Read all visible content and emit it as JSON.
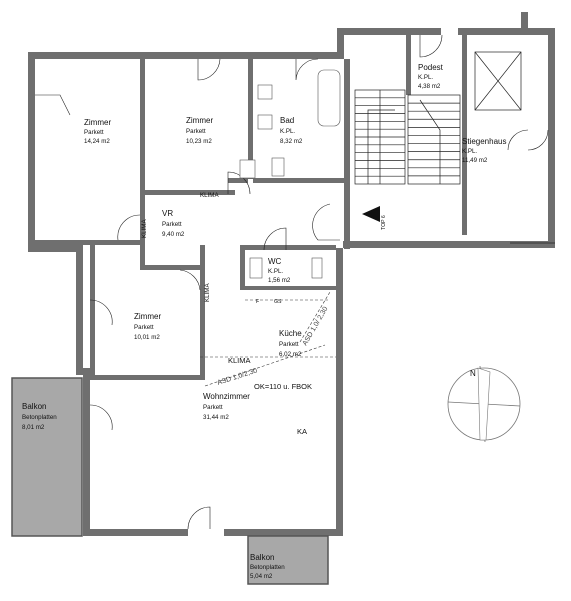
{
  "rooms": [
    {
      "id": "zimmer1",
      "name": "Zimmer",
      "material": "Parkett",
      "area": "14,24 m2"
    },
    {
      "id": "zimmer2",
      "name": "Zimmer",
      "material": "Parkett",
      "area": "10,23 m2"
    },
    {
      "id": "bad",
      "name": "Bad",
      "material": "K.PL.",
      "area": "8,32 m2"
    },
    {
      "id": "podest",
      "name": "Podest",
      "material": "K.PL.",
      "area": "4,38 m2"
    },
    {
      "id": "stiegenhaus",
      "name": "Stiegenhaus",
      "material": "K.PL.",
      "area": "11,49 m2"
    },
    {
      "id": "vr",
      "name": "VR",
      "material": "Parkett",
      "area": "9,40 m2"
    },
    {
      "id": "wc",
      "name": "WC",
      "material": "K.PL.",
      "area": "1,56 m2"
    },
    {
      "id": "zimmer3",
      "name": "Zimmer",
      "material": "Parkett",
      "area": "10,01 m2"
    },
    {
      "id": "kueche",
      "name": "Küche",
      "material": "Parkett",
      "area": "6,02 m2"
    },
    {
      "id": "wohnzimmer",
      "name": "Wohnzimmer",
      "material": "Parkett",
      "area": "31,44 m2"
    },
    {
      "id": "balkon1",
      "name": "Balkon",
      "material": "Betonplatten",
      "area": "8,01 m2"
    },
    {
      "id": "balkon2",
      "name": "Balkon",
      "material": "Betonplatten",
      "area": "5,04 m2"
    }
  ],
  "labels": {
    "klima": "KLIMA",
    "top": "TOP 6",
    "ok": "OK=110 u. FBOK",
    "ka": "KA",
    "asd1": "ASD 1,0/2,30",
    "asd2": "ASD 1,0/ 2,30",
    "fridge": "F",
    "gs": "GS",
    "north": "N"
  },
  "colors": {
    "wall": "#6f6f6f",
    "balcony": "#a8a8a8"
  }
}
